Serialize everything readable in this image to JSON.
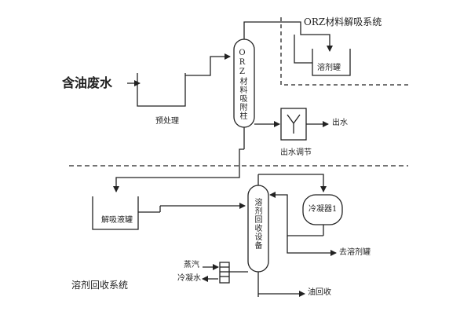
{
  "labels": {
    "orz_desorption_system": "ORZ材料解吸系统",
    "oily_wastewater": "含油废水",
    "pretreatment": "预处理",
    "orz_adsorption_column": "ORZ材料吸附柱",
    "solvent_tank_top": "溶剂罐",
    "effluent_regulation": "出水调节",
    "outlet_water": "出水",
    "desorption_tank": "解吸液罐",
    "solvent_recovery_equipment": "溶剂回收设备",
    "condenser_1": "冷凝器1",
    "to_solvent_tank": "去溶剂罐",
    "steam": "蒸汽",
    "cooling_water": "冷凝水",
    "oil_recovery": "油回收",
    "solvent_recovery_system": "溶剂回收系统"
  }
}
